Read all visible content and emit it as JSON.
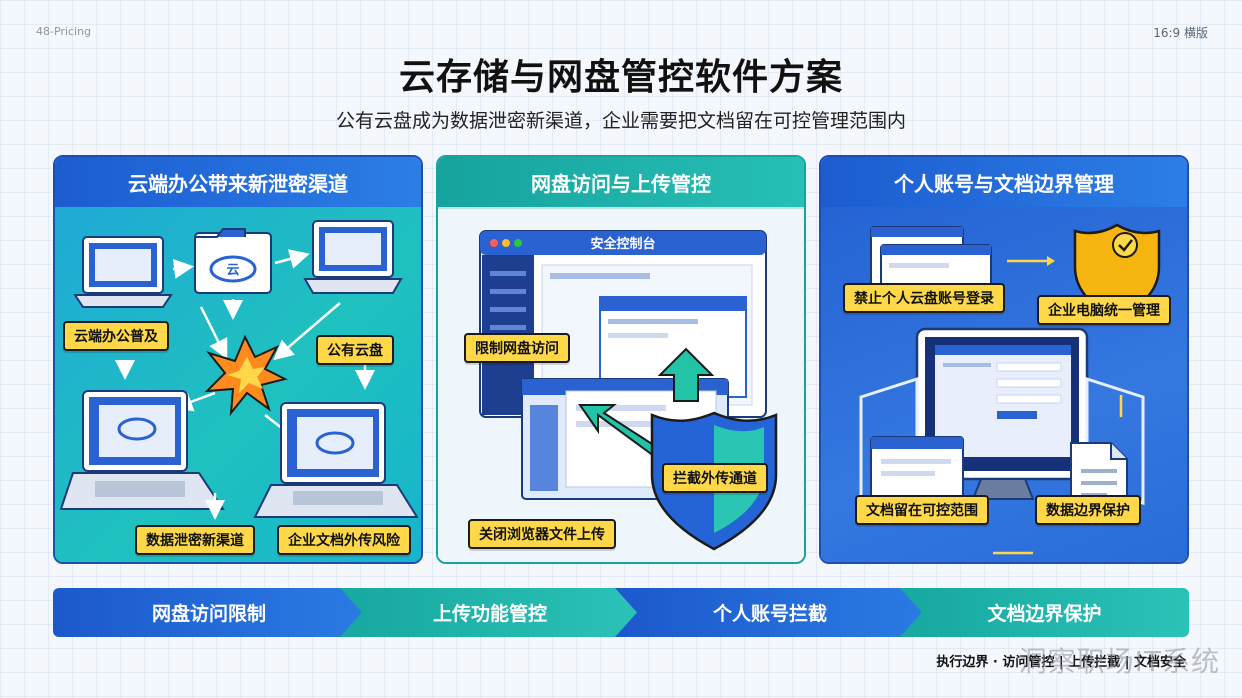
{
  "header": {
    "corner_left": "48-Pricing",
    "corner_right": "16:9 横版",
    "title": "云存储与网盘管控软件方案",
    "subtitle": "公有云盘成为数据泄密新渠道，企业需要把文档留在可控管理范围内"
  },
  "panels": [
    {
      "title": "云端办公带来新泄密渠道",
      "cloud_label": "云",
      "tags": [
        "云端办公普及",
        "公有云盘",
        "数据泄密新渠道",
        "企业文档外传风险"
      ]
    },
    {
      "title": "网盘访问与上传管控",
      "console_title": "安全控制台",
      "tags": [
        "限制网盘访问",
        "拦截外传通道",
        "关闭浏览器文件上传"
      ]
    },
    {
      "title": "个人账号与文档边界管理",
      "tags": [
        "禁止个人云盘账号登录",
        "企业电脑统一管理",
        "文档留在可控范围",
        "数据边界保护"
      ]
    }
  ],
  "flow": [
    "网盘访问限制",
    "上传功能管控",
    "个人账号拦截",
    "文档边界保护"
  ],
  "footer": "执行边界 · 访问管控 | 上传拦截 | 文档安全",
  "watermark": "洞察职场IT系统",
  "colors": {
    "blue": "#1c5cd0",
    "teal": "#17a8a0",
    "tag_yellow": "#ffd84a"
  }
}
